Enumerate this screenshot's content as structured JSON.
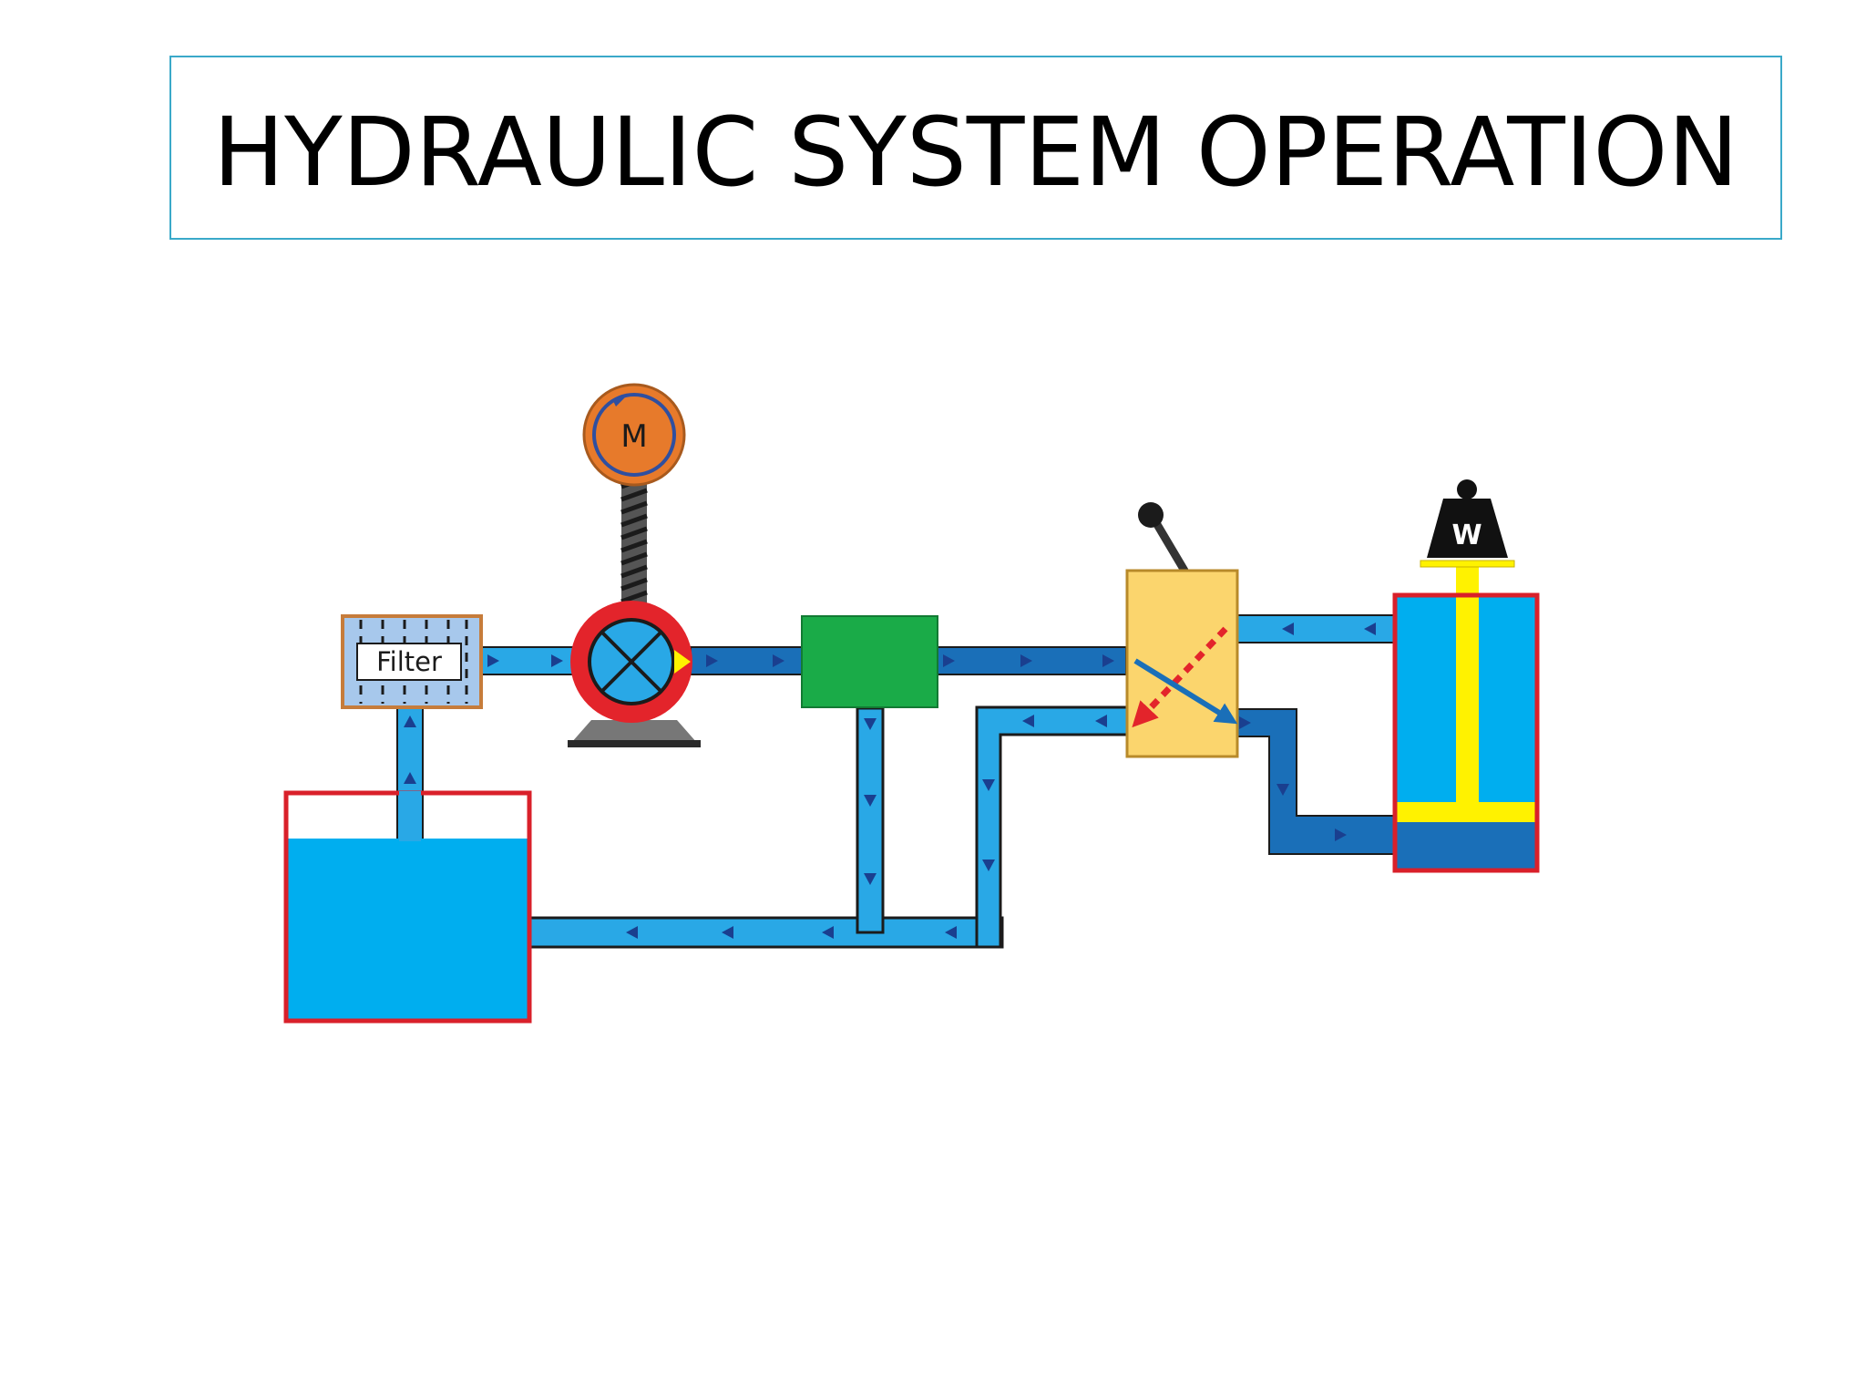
{
  "title": "HYDRAULIC SYSTEM OPERATION",
  "components": {
    "filter_label": "Filter",
    "motor_label": "M",
    "weight_label": "W"
  },
  "colors": {
    "title_border": "#3aa9c9",
    "fluid_light": "#29a8e6",
    "fluid_dark": "#1a6fb8",
    "fluid_tank": "#00aeef",
    "tank_border": "#d9202a",
    "motor_fill": "#e77a2b",
    "pump_ring": "#e3242b",
    "filter_fill": "#a7c8ec",
    "filter_border": "#c67c3b",
    "relief_valve": "#1aab48",
    "control_valve": "#fbd56d",
    "piston_rod": "#fff200",
    "weight": "#111111"
  }
}
